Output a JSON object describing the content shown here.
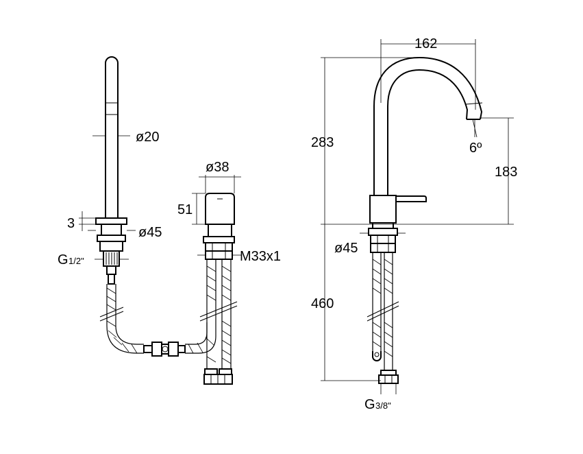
{
  "dimensions": {
    "d20": "ø20",
    "d45_left": "ø45",
    "d38": "ø38",
    "h51": "51",
    "h3": "3",
    "g_half": "G",
    "g_half_frac": "1/2\"",
    "m33": "M33x1",
    "w162": "162",
    "h283": "283",
    "h183": "183",
    "a6": "6º",
    "d45_right": "ø45",
    "h460": "460",
    "g_3_8": "G",
    "g_3_8_frac": "3/8\""
  }
}
